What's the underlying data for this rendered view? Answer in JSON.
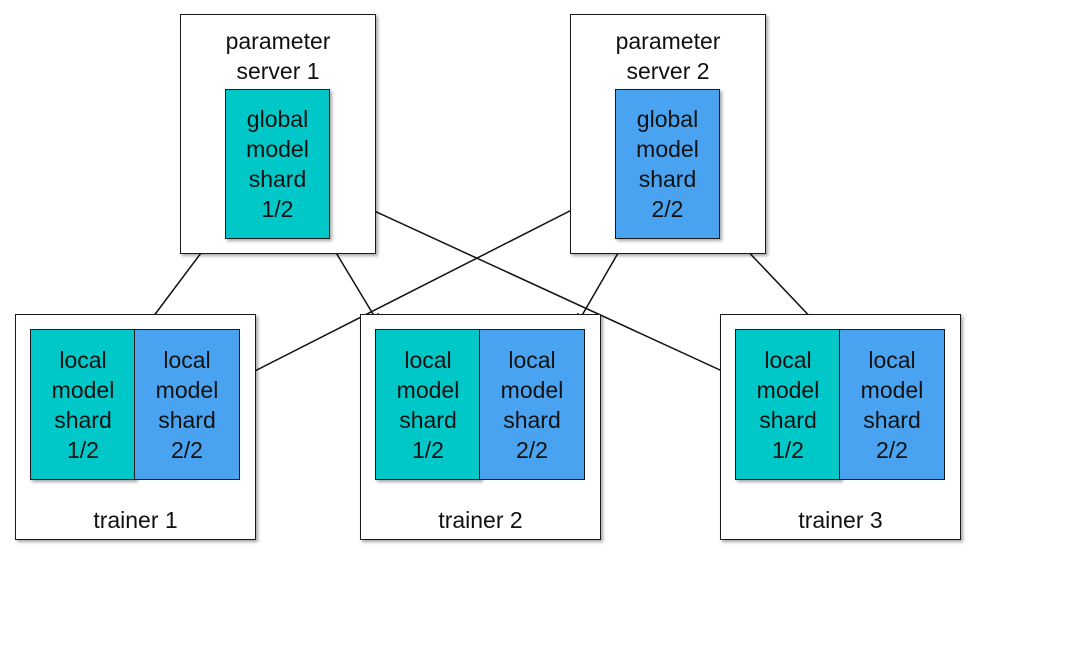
{
  "colors": {
    "shard_1": "#00C8C8",
    "shard_2": "#4AA3F0",
    "border": "#1a1a1a",
    "arrow": "#111111"
  },
  "servers": [
    {
      "title": "parameter\nserver 1",
      "shard_label": "global\nmodel\nshard\n1/2"
    },
    {
      "title": "parameter\nserver 2",
      "shard_label": "global\nmodel\nshard\n2/2"
    }
  ],
  "trainers": [
    {
      "title": "trainer 1",
      "shard_a": "local\nmodel\nshard\n1/2",
      "shard_b": "local\nmodel\nshard\n2/2"
    },
    {
      "title": "trainer 2",
      "shard_a": "local\nmodel\nshard\n1/2",
      "shard_b": "local\nmodel\nshard\n2/2"
    },
    {
      "title": "trainer 3",
      "shard_a": "local\nmodel\nshard\n1/2",
      "shard_b": "local\nmodel\nshard\n2/2"
    }
  ],
  "connections": [
    {
      "from": "servers.0",
      "to": "trainers.0.shard_a"
    },
    {
      "from": "servers.0",
      "to": "trainers.1.shard_a"
    },
    {
      "from": "servers.0",
      "to": "trainers.2.shard_a"
    },
    {
      "from": "servers.1",
      "to": "trainers.0.shard_b"
    },
    {
      "from": "servers.1",
      "to": "trainers.1.shard_b"
    },
    {
      "from": "servers.1",
      "to": "trainers.2.shard_b"
    }
  ]
}
